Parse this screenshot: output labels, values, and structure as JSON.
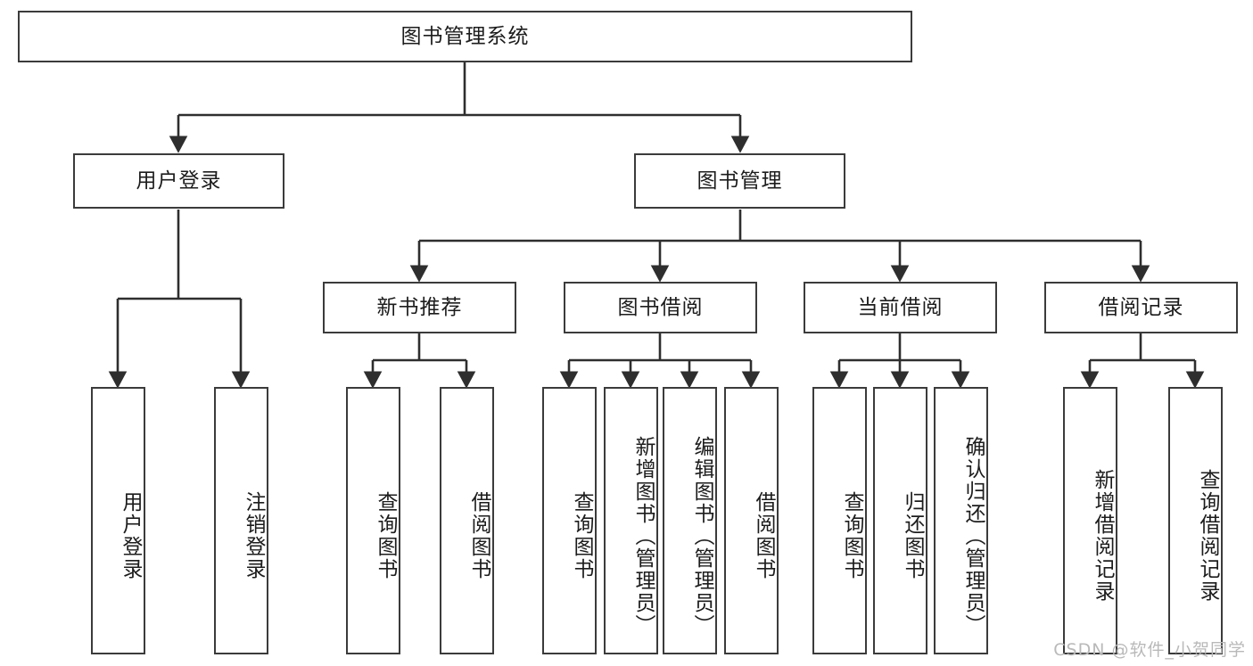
{
  "diagram": {
    "title": "图书管理系统",
    "type": "tree-hierarchy",
    "colors": {
      "box_border": "#3b3b3b",
      "box_fill": "#ffffff",
      "connector": "#2e2e2e",
      "text": "#1c1c1c",
      "watermark": "#b9b9b9",
      "background": "#ffffff"
    },
    "root": {
      "label": "图书管理系统"
    },
    "level2": [
      {
        "label": "用户登录"
      },
      {
        "label": "图书管理"
      }
    ],
    "level3": [
      {
        "label": "新书推荐"
      },
      {
        "label": "图书借阅"
      },
      {
        "label": "当前借阅"
      },
      {
        "label": "借阅记录"
      }
    ],
    "leaves": {
      "user_login": [
        {
          "label": "用户登录"
        },
        {
          "label": "注销登录"
        }
      ],
      "new_book_recommend": [
        {
          "label": "查询图书"
        },
        {
          "label": "借阅图书"
        }
      ],
      "book_borrow": [
        {
          "label": "查询图书"
        },
        {
          "label": "新增图书（管理员）"
        },
        {
          "label": "编辑图书（管理员）"
        },
        {
          "label": "借阅图书"
        }
      ],
      "current_borrow": [
        {
          "label": "查询图书"
        },
        {
          "label": "归还图书"
        },
        {
          "label": "确认归还（管理员）"
        }
      ],
      "borrow_record": [
        {
          "label": "新增借阅记录"
        },
        {
          "label": "查询借阅记录"
        }
      ]
    }
  },
  "watermark": {
    "text": "CSDN @软件_小贺同学"
  }
}
